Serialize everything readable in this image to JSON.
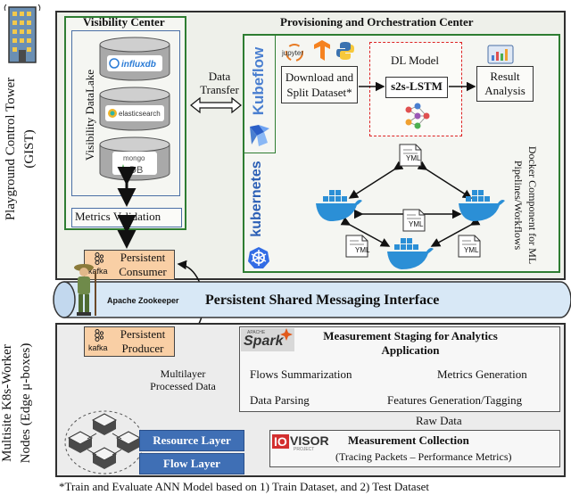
{
  "top_section": {
    "side_label_line1": "Playground Control Tower",
    "side_label_line2": "(GIST)",
    "visibility_center": {
      "title": "Visibility Center",
      "datalake_label": "Visibility DataLake",
      "db_logos": [
        "influxdb",
        "elasticsearch",
        "mongo DB"
      ],
      "metrics_validation": "Metrics Validation"
    },
    "data_transfer_line1": "Data",
    "data_transfer_line2": "Transfer",
    "provisioning": {
      "title": "Provisioning and Orchestration Center",
      "kubeflow_label": "Kubeflow",
      "kubernetes_label": "kubernetes",
      "download_split_line1": "Download and",
      "download_split_line2": "Split Dataset*",
      "dl_model_label": "DL Model",
      "s2s_lstm": "s2s-LSTM",
      "result_line1": "Result",
      "result_line2": "Analysis",
      "yml_label": "YML",
      "docker_line1": "Docker Component for ML",
      "docker_line2": "Pipelines/Workflows",
      "jupyter_label": "jupyter"
    },
    "persistent_consumer_line1": "Persistent",
    "persistent_consumer_line2": "Consumer",
    "kafka_label": "kafka"
  },
  "middle_band": {
    "zookeeper": "Apache Zookeeper",
    "title": "Persistent Shared Messaging Interface"
  },
  "bottom_section": {
    "side_label_line1": "Multisite K8s-Worker",
    "side_label_line2": "Nodes (Edge μ-boxes)",
    "persistent_producer_line1": "Persistent",
    "persistent_producer_line2": "Producer",
    "kafka_label": "kafka",
    "multilayer_line1": "Multilayer",
    "multilayer_line2": "Processed Data",
    "spark_label": "Spark",
    "spark_small": "APACHE",
    "staging_title_line1": "Measurement Staging for Analytics",
    "staging_title_line2": "Application",
    "flows_summarization": "Flows Summarization",
    "metrics_generation": "Metrics Generation",
    "data_parsing": "Data Parsing",
    "features_generation": "Features Generation/Tagging",
    "raw_data": "Raw Data",
    "resource_layer": "Resource Layer",
    "flow_layer": "Flow Layer",
    "iovisor_label": "VISOR",
    "iovisor_prefix": "IO",
    "iovisor_small": "PROJECT",
    "collection_title": "Measurement Collection",
    "collection_sub": "(Tracing Packets – Performance Metrics)"
  },
  "footnote": "*Train and Evaluate ANN Model based on 1) Train Dataset, and 2) Test Dataset",
  "colors": {
    "green_border": "#2e7d32",
    "top_fill": "#eef0ea",
    "bottom_fill": "#ececec",
    "kafka_fill": "#f9cfa5",
    "band_fill": "#d8e8f6",
    "layer_fill": "#3f6fb5",
    "kubeflow_blue": "#4a7fd0",
    "docker_blue": "#2b8fd6"
  }
}
